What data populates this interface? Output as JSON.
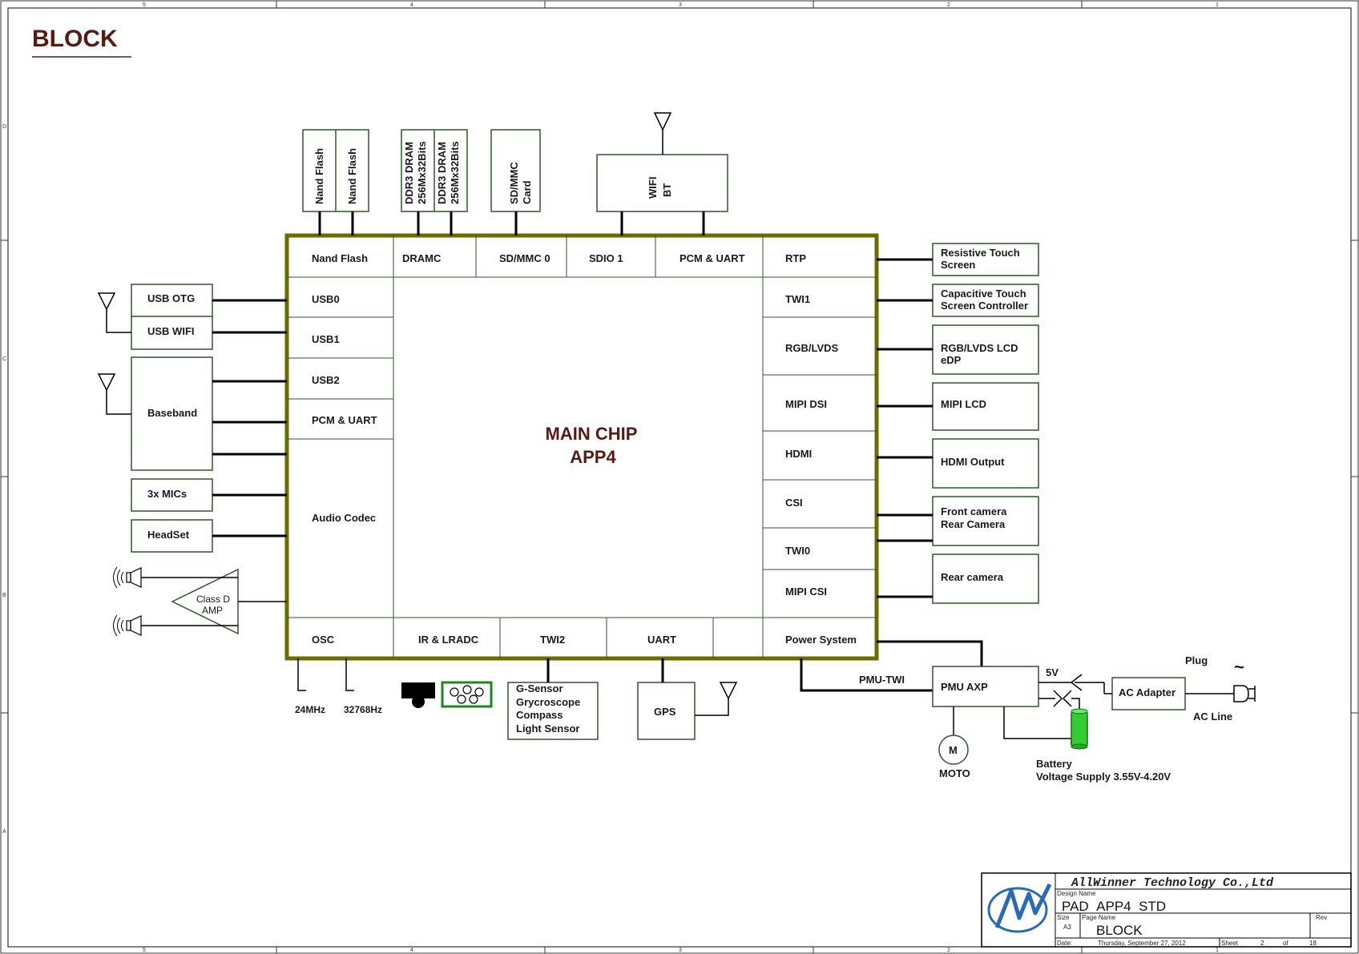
{
  "title": "BLOCK",
  "main_chip": {
    "line1": "MAIN CHIP",
    "line2": "APP4"
  },
  "top_devices": {
    "nand1": "Nand Flash",
    "nand2": "Nand Flash",
    "dram1": [
      "DDR3 DRAM",
      "256Mx32Bits"
    ],
    "dram2": [
      "DDR3 DRAM",
      "256Mx32Bits"
    ],
    "sdcard": [
      "SD/MMC",
      "Card"
    ],
    "wifi": [
      "WIFI",
      "BT"
    ]
  },
  "chip_ports": {
    "top": [
      "Nand Flash",
      "DRAMC",
      "SD/MMC 0",
      "SDIO 1",
      "PCM & UART",
      "RTP"
    ],
    "left": [
      "USB0",
      "USB1",
      "USB2",
      "PCM & UART",
      "Audio Codec"
    ],
    "right": [
      "TWI1",
      "RGB/LVDS",
      "MIPI DSI",
      "HDMI",
      "CSI",
      "TWI0",
      "MIPI CSI"
    ],
    "bottom": [
      "OSC",
      "IR & LRADC",
      "TWI2",
      "UART",
      "Power System"
    ]
  },
  "left_devices": {
    "usb_otg": "USB OTG",
    "usb_wifi": "USB WIFI",
    "baseband": "Baseband",
    "mics": "3x MICs",
    "headset": "HeadSet",
    "amp": [
      "Class D",
      "AMP"
    ]
  },
  "right_devices": {
    "resistive": [
      "Resistive Touch",
      "Screen"
    ],
    "capacitive": [
      "Capacitive Touch",
      "Screen Controller"
    ],
    "lcd": [
      "RGB/LVDS LCD",
      "eDP"
    ],
    "mipi_lcd": "MIPI LCD",
    "hdmi_out": "HDMI Output",
    "cameras": [
      "Front camera",
      "Rear Camera"
    ],
    "rear_camera": "Rear camera"
  },
  "bottom_devices": {
    "crystal1": "24MHz",
    "crystal2": "32768Hz",
    "sensors": [
      "G-Sensor",
      "Grycroscope",
      "Compass",
      "Light Sensor"
    ],
    "gps": "GPS",
    "pmu_twi": "PMU-TWI",
    "pmu": "PMU AXP",
    "five_v": "5V",
    "ac_adapter": "AC Adapter",
    "plug": "Plug",
    "ac_line": "AC Line",
    "tilde": "~",
    "motor": "M",
    "moto": "MOTO",
    "battery": [
      "Battery",
      "Voltage Supply 3.55V-4.20V"
    ]
  },
  "title_block": {
    "company": "AllWinner Technology Co.,Ltd",
    "design_name_label": "Design Name",
    "design_name": "PAD_APP4_STD",
    "size_label": "Size",
    "size": "A3",
    "page_name_label": "Page Name",
    "page_name": "BLOCK",
    "rev_label": "Rev",
    "date_label": "Date:",
    "date": "Thursday, September 27, 2012",
    "sheet_label": "Sheet",
    "sheet": "2",
    "of_label": "of",
    "total": "18"
  },
  "ruler": {
    "cols": [
      "5",
      "4",
      "3",
      "2",
      "1"
    ],
    "rows": [
      "D",
      "C",
      "B",
      "A"
    ]
  },
  "colors": {
    "chip_border": "#6b6b00",
    "box": "#2d5a27",
    "wire": "#000000",
    "title": "#5a1a12",
    "battery": "#33cc33",
    "ir_module": "#1a8a1a"
  }
}
